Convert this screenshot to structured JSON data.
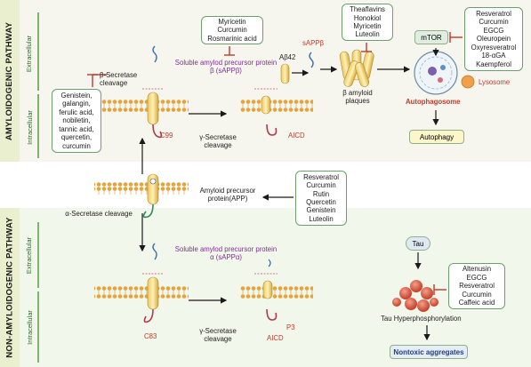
{
  "colors": {
    "band_top": "#f6f6ee",
    "band_bottom": "#f1f7ea",
    "side": "#e9efcf",
    "inhibit": "#c0392b",
    "arrow": "#1a1a1a",
    "membrane": "#e8a23a"
  },
  "amyloidogenic": {
    "title": "AMYLOIDOGENIC PATHWAY",
    "extracellular": "Extracellular",
    "intracellular": "Intracellular",
    "beta_secretase_label": "β-Secretase cleavage",
    "inhibitors_left": [
      "Genistein,",
      "galangin,",
      "ferulic acid,",
      "nobiletin,",
      "tannic acid,",
      "quercetin,",
      "curcumin"
    ],
    "inhibitors_sappb": [
      "Myricetin",
      "Curcumin",
      "Rosmarinic acid"
    ],
    "sappb_label": "Soluble amylod precursor protein β (sAPPβ)",
    "c99": "C99",
    "gamma_label": "γ-Secretase cleavage",
    "aicd": "AICD",
    "abeta42": "Aβ42",
    "sappb_short": "sAPPβ",
    "inhibitors_plaque": [
      "Theaflavins",
      "Honokiol",
      "Myricetin",
      "Luteolin"
    ],
    "plaques": "β amyloid plaques",
    "mtor": "mTOR",
    "inhibitors_mtor": [
      "Resveratrol",
      "Curcumin",
      "EGCG",
      "Oleuropein",
      "Oxyresveratrol",
      "18-αGA",
      "Kaempferol"
    ],
    "lysosome": "Lysosome",
    "autophagosome": "Autophagosome",
    "autophagy": "Autophagy"
  },
  "middle": {
    "app_label": "Amyloid precursor protein(APP)",
    "inducers": [
      "Resveratrol",
      "Curcumin",
      "Rutin",
      "Quercetin",
      "Genistein",
      "Luteolin"
    ],
    "alpha_label": "α-Secretase cleavage"
  },
  "non_amyloidogenic": {
    "title": "NON-AMYLOIDOGENIC PATHWAY",
    "extracellular": "Extracellular",
    "intracellular": "Intracellular",
    "sappa_label": "Soluble amylod precursor protein α (sAPPα)",
    "c83": "C83",
    "gamma_label": "γ-Secretase cleavage",
    "aicd": "AICD",
    "p3": "P3",
    "tau": "Tau",
    "inhibitors_tau": [
      "Altenusin",
      "EGCG",
      "Resveratrol",
      "Curcumin",
      "Caffeic acid"
    ],
    "tau_hyper": "Tau Hyperphosphorylation",
    "nontoxic": "Nontoxic aggregates"
  }
}
